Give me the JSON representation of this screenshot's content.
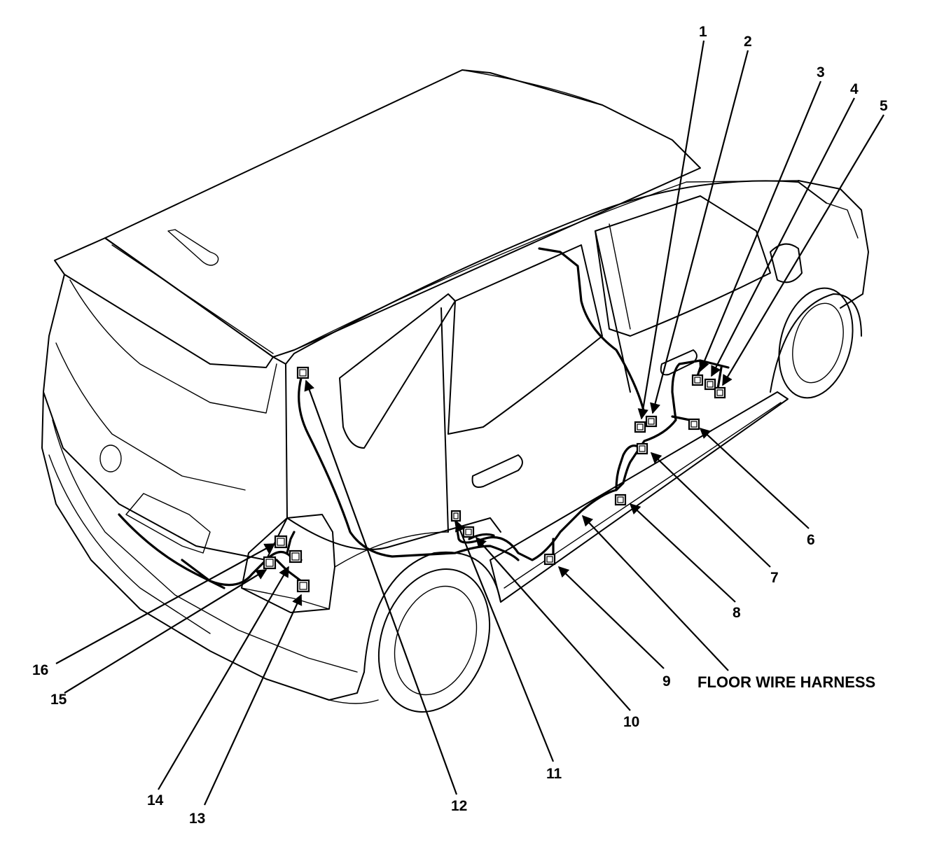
{
  "diagram": {
    "harness_label": "FLOOR WIRE HARNESS",
    "callouts": [
      "1",
      "2",
      "3",
      "4",
      "5",
      "6",
      "7",
      "8",
      "9",
      "10",
      "11",
      "12",
      "13",
      "14",
      "15",
      "16"
    ]
  }
}
